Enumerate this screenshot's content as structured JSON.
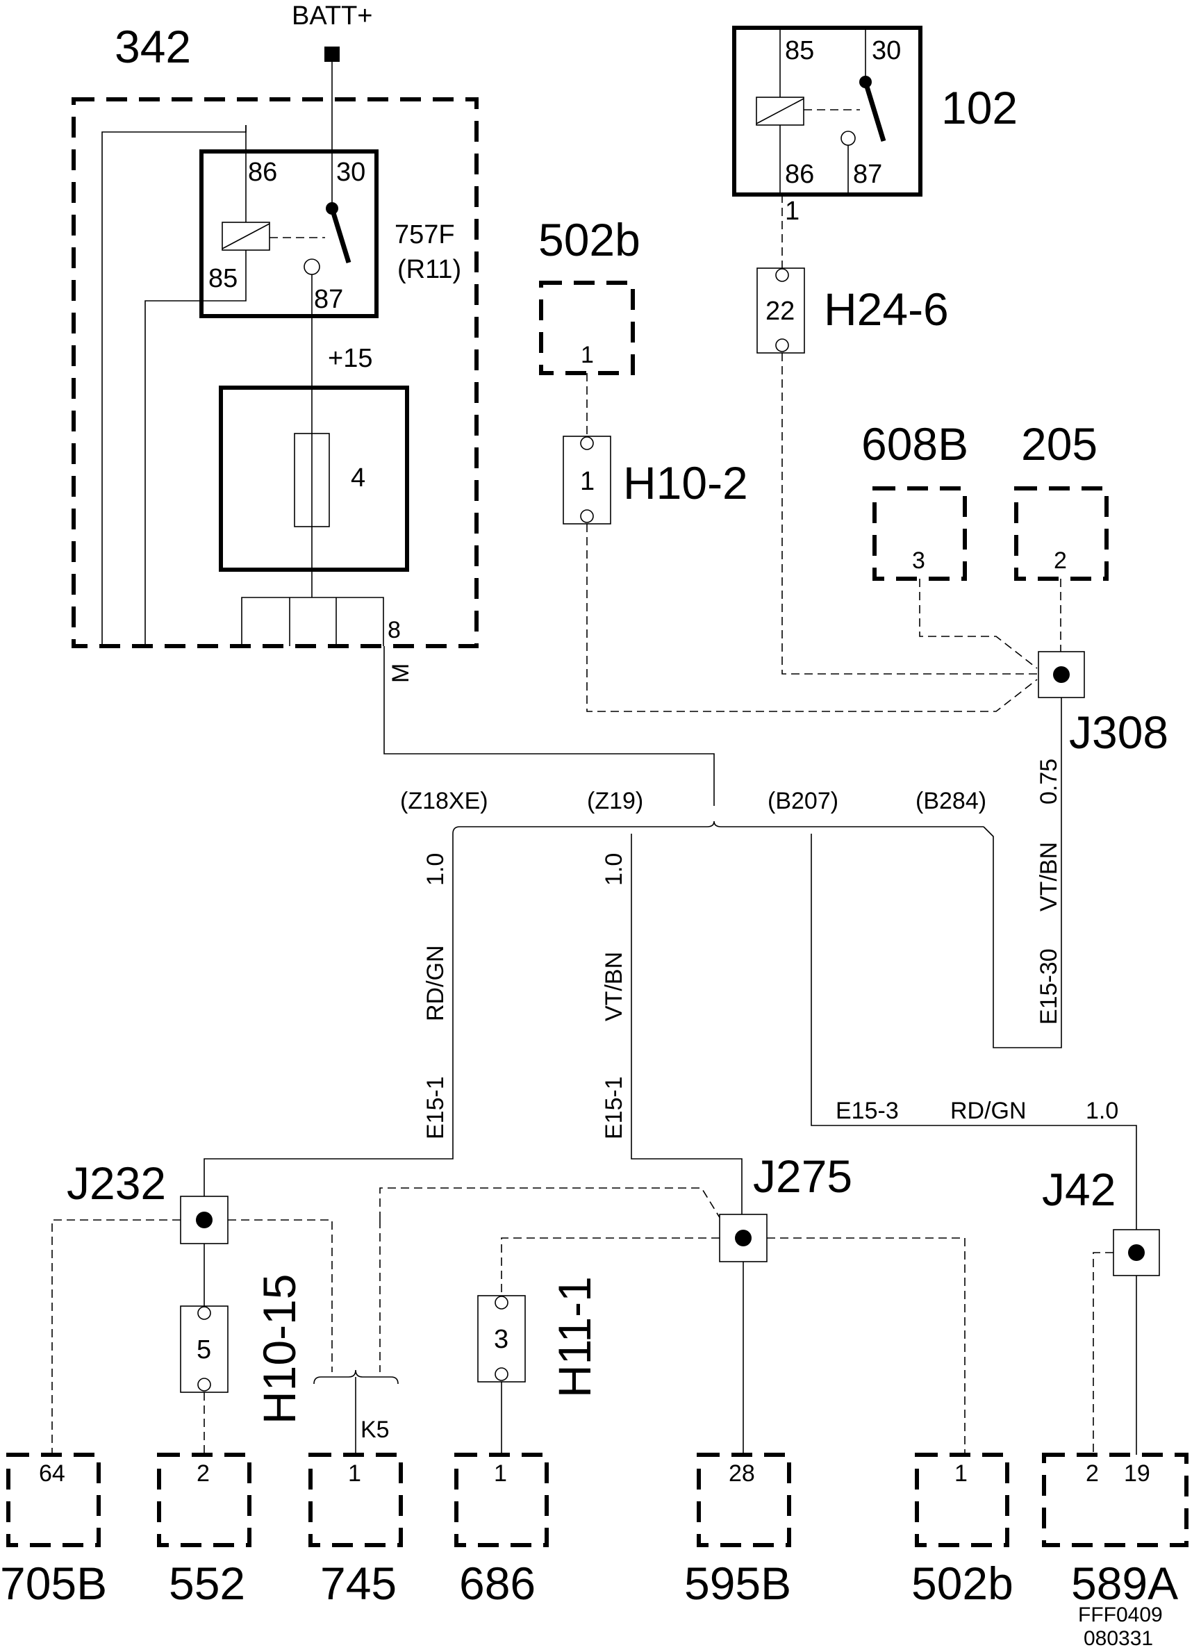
{
  "relay_342": {
    "component_id": "342",
    "supply_label": "BATT+",
    "relay_name": "757F",
    "relay_ref": "(R11)",
    "pin_86": "86",
    "pin_30": "30",
    "pin_85": "85",
    "pin_87": "87",
    "output_label": "+15",
    "fuse_number": "4",
    "ground_pin": "8",
    "ground_label": "M"
  },
  "relay_102": {
    "component_id": "102",
    "pin_85": "85",
    "pin_30": "30",
    "pin_86": "86",
    "pin_87": "87",
    "pin_1": "1"
  },
  "connectors": {
    "h24_6": {
      "name": "H24-6",
      "pin": "22"
    },
    "h10_2": {
      "name": "H10-2",
      "pin": "1"
    },
    "h10_15": {
      "name": "H10-15",
      "pin": "5"
    },
    "h11_1": {
      "name": "H11-1",
      "pin": "3"
    }
  },
  "components_top": [
    {
      "id": "502b",
      "pin": "1"
    },
    {
      "id": "608B",
      "pin": "3"
    },
    {
      "id": "205",
      "pin": "2"
    }
  ],
  "splices": {
    "j308": "J308",
    "j232": "J232",
    "j275": "J275",
    "j42": "J42"
  },
  "engine_variants": [
    "(Z18XE)",
    "(Z19)",
    "(B207)",
    "(B284)"
  ],
  "wires": {
    "j308_out": {
      "size": "0.75",
      "color": "VT/BN",
      "code": "E15-30"
    },
    "z18xe": {
      "size": "1.0",
      "color": "RD/GN",
      "code": "E15-1"
    },
    "z19": {
      "size": "1.0",
      "color": "VT/BN",
      "code": "E15-1"
    },
    "b207": {
      "code": "E15-3",
      "color": "RD/GN",
      "size": "1.0"
    }
  },
  "junction_label": "K5",
  "components_bottom": [
    {
      "id": "705B",
      "pins": [
        "64"
      ]
    },
    {
      "id": "552",
      "pins": [
        "2"
      ]
    },
    {
      "id": "745",
      "pins": [
        "1"
      ]
    },
    {
      "id": "686",
      "pins": [
        "1"
      ]
    },
    {
      "id": "595B",
      "pins": [
        "28"
      ]
    },
    {
      "id": "502b",
      "pins": [
        "1"
      ]
    },
    {
      "id": "589A",
      "pins": [
        "2",
        "19"
      ]
    }
  ],
  "drawing_code": "FFF0409",
  "drawing_date": "080331"
}
